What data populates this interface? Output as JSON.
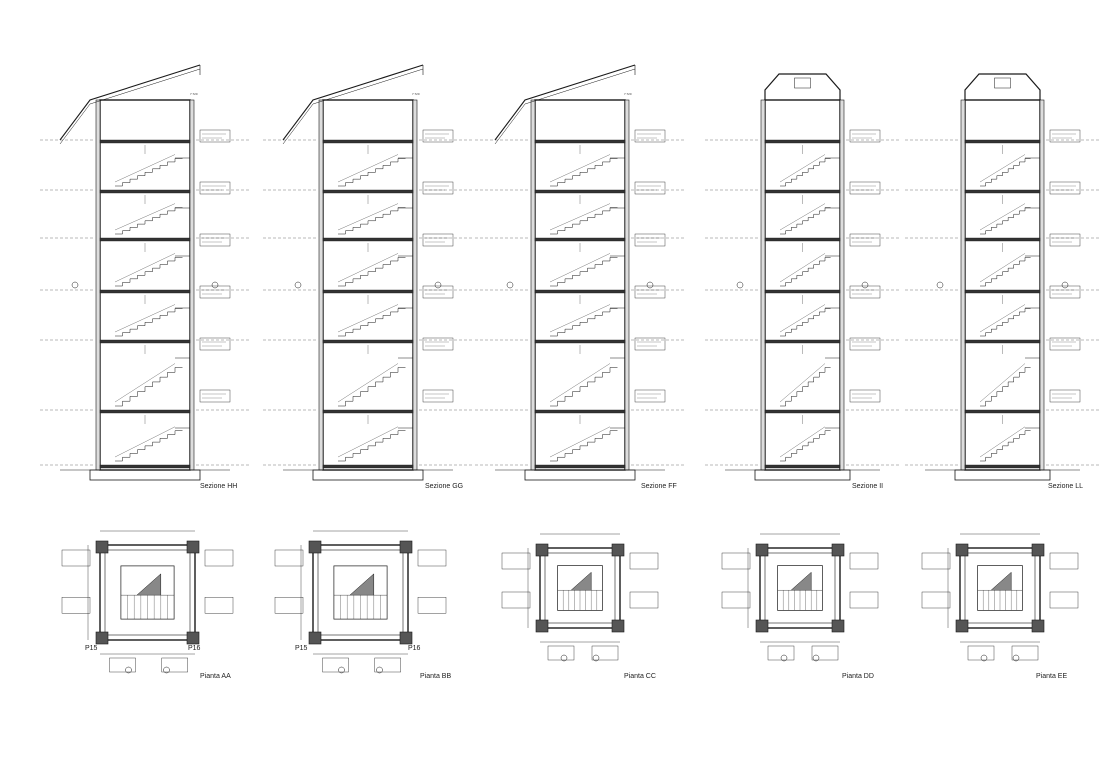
{
  "sheet": {
    "stroke_color": "#1a1a1a",
    "hatch_color": "#333333",
    "background": "#ffffff"
  },
  "sections": [
    {
      "title": "Sezione HH",
      "roof": "shed",
      "lintel_label": "7.720"
    },
    {
      "title": "Sezione GG",
      "roof": "shed",
      "lintel_label": "7.720"
    },
    {
      "title": "Sezione FF",
      "roof": "shed",
      "lintel_label": "7.720"
    },
    {
      "title": "Sezione II",
      "roof": "gable",
      "lintel_label": ""
    },
    {
      "title": "Sezione LL",
      "roof": "gable",
      "lintel_label": ""
    }
  ],
  "plans": [
    {
      "title": "Pianta AA",
      "col_left": "P15",
      "col_right": "P16"
    },
    {
      "title": "Pianta BB",
      "col_left": "P15",
      "col_right": "P16"
    },
    {
      "title": "Pianta CC",
      "col_left": "",
      "col_right": ""
    },
    {
      "title": "Pianta DD",
      "col_left": "",
      "col_right": ""
    },
    {
      "title": "Pianta EE",
      "col_left": "",
      "col_right": ""
    }
  ]
}
